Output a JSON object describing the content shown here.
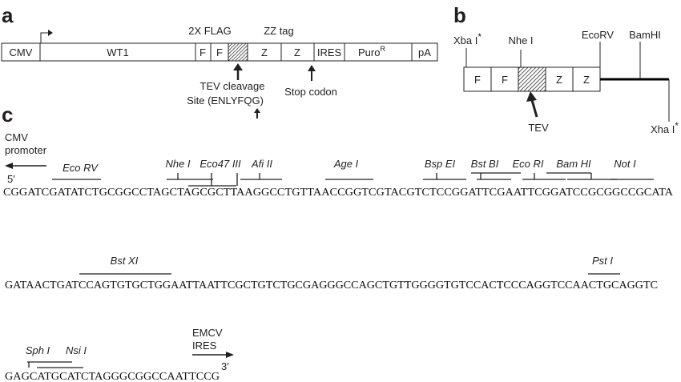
{
  "panels": {
    "a": "a",
    "b": "b",
    "c": "c"
  },
  "panel_a": {
    "segments": [
      "CMV",
      "WT1",
      "F",
      "F",
      "",
      "Z",
      "Z",
      "IRES",
      "Puro",
      "pA"
    ],
    "puro_superscript": "R",
    "flag_label": "2X FLAG",
    "zz_label": "ZZ tag",
    "tev_label_line1": "TEV cleavage",
    "tev_label_line2": "Site (ENLYFQG)",
    "stop_label": "Stop codon"
  },
  "panel_b": {
    "segments": [
      "F",
      "F",
      "",
      "Z",
      "Z"
    ],
    "xba_top": "Xba I",
    "xba_top_mark": "*",
    "nhe": "Nhe I",
    "ecorv": "EcoRV",
    "bamhi": "BamHI",
    "xba_bottom": "Xha I",
    "xba_bottom_mark": "*",
    "tev": "TEV"
  },
  "panel_c": {
    "cmv_line1": "CMV",
    "cmv_line2": "promoter",
    "five_prime": "5′",
    "three_prime": "3′",
    "emcv_line1": "EMCV",
    "emcv_line2": "IRES",
    "seq_line1": "CGGATCGATATCTGCGGCCTAGCTAGCGCTTAAGGCCTGTTAACCGGTCGTACGTCTCCGGATTCGAATTCGGATCCGCGGCCGCATA",
    "seq_line2": "GATAACTGATCCAGTGTGCTGGAATTAATTCGCTGTCTGCGAGGGCCAGCTGTTGGGGTGTCCACTCCCAGGTCCAACTGCAGGTC",
    "seq_line3": "GAGCATGCATCTAGGGCGGCCAATTCCG",
    "sites_line1": [
      "Eco RV",
      "Nhe I",
      "Eco47 III",
      "Afi II",
      "Age I",
      "Bsp EI",
      "Bst BI",
      "Eco RI",
      "Bam HI",
      "Not I"
    ],
    "sites_line2": [
      "Bst XI",
      "Pst I"
    ],
    "sites_line3": [
      "Sph I",
      "Nsi I"
    ]
  }
}
